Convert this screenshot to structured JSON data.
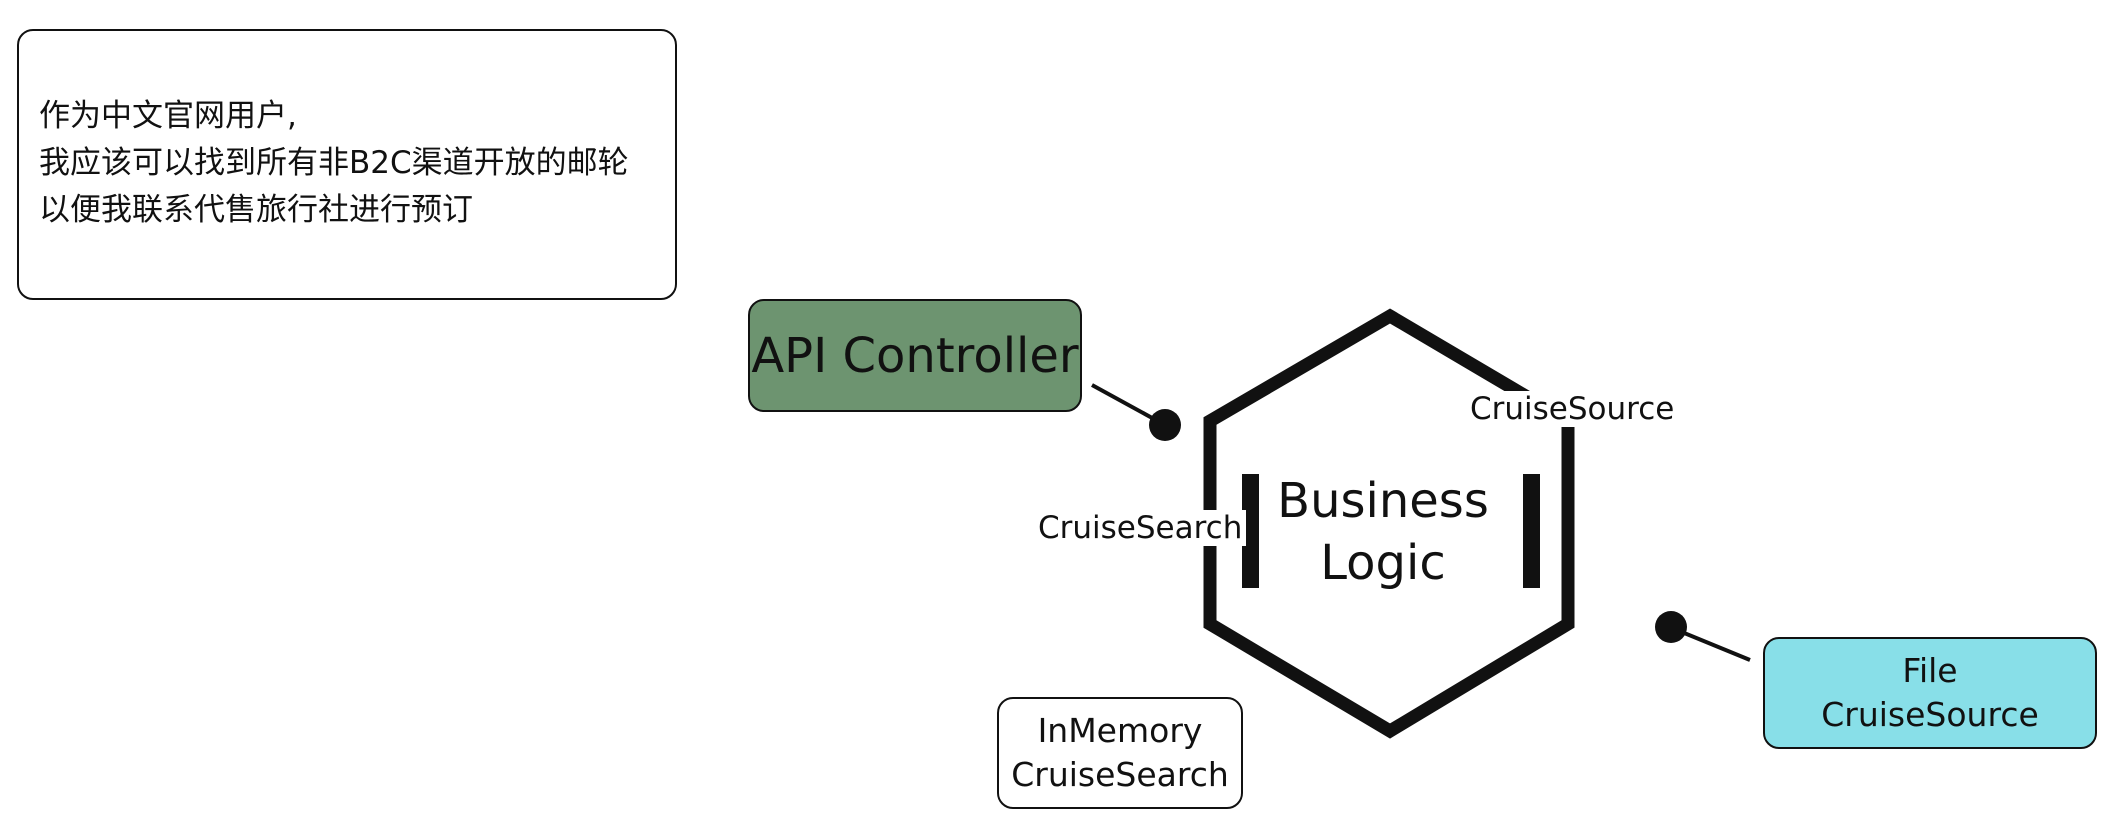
{
  "story": {
    "lines": [
      "作为中文官网用户,",
      "我应该可以找到所有非B2C渠道开放的邮轮",
      "以便我联系代售旅行社进行预订"
    ]
  },
  "adapters": {
    "api_controller": "API Controller",
    "inmemory": {
      "line1": "InMemory",
      "line2": "CruiseSearch"
    },
    "file": {
      "line1": "File",
      "line2": "CruiseSource"
    }
  },
  "ports": {
    "driving": "CruiseSearch",
    "driven": "CruiseSource"
  },
  "core": {
    "line1": "Business",
    "line2": "Logic"
  },
  "colors": {
    "api_controller_fill": "#6d9470",
    "file_fill": "#88dfe8",
    "stroke": "#111111"
  }
}
